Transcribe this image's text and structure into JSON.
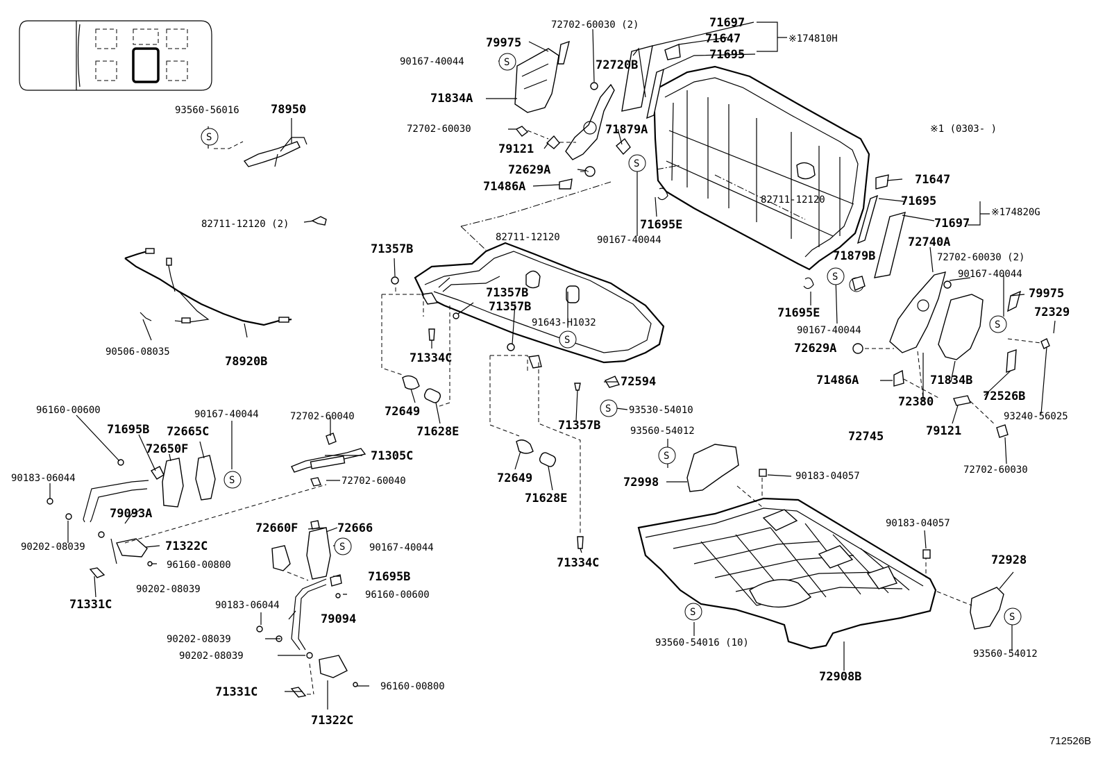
{
  "diagram_id": "712526B",
  "note_range": "※1 (0303-     )",
  "kit_left": "※174810H",
  "kit_right": "※174820G",
  "s_mark": "S",
  "labels": {
    "p79975_l": "79975",
    "p90167_tl": "90167-40044",
    "p71834A": "71834A",
    "p72702_60030_2_t": "72702-60030 (2)",
    "p72720B": "72720B",
    "p72702_60030_l": "72702-60030",
    "p79121_l": "79121",
    "p72629A_l": "72629A",
    "p71486A_l": "71486A",
    "p71879A": "71879A",
    "p71697_t": "71697",
    "p71647_t": "71647",
    "p71695_t": "71695",
    "p93560_56016": "93560-56016",
    "p78950": "78950",
    "p82711_2": "82711-12120 (2)",
    "p90506": "90506-08035",
    "p78920B": "78920B",
    "p82711_c": "82711-12120",
    "p71357B_1": "71357B",
    "p71357B_2": "71357B",
    "p71357B_3": "71357B",
    "p91643": "91643-H1032",
    "p71334C_1": "71334C",
    "p72649_1": "72649",
    "p71628E_1": "71628E",
    "p72594": "72594",
    "p93530": "93530-54010",
    "p71357B_4": "71357B",
    "p72649_2": "72649",
    "p71628E_2": "71628E",
    "p71334C_2": "71334C",
    "p71695E_l": "71695E",
    "p90167_cl": "90167-40044",
    "p82711_r": "82711-12120",
    "p71647_r": "71647",
    "p71695_r": "71695",
    "p71697_r": "71697",
    "p72740A": "72740A",
    "p72702_60030_2_r": "72702-60030 (2)",
    "p71879B": "71879B",
    "p90167_r": "90167-40044",
    "p79975_r": "79975",
    "p72329": "72329",
    "p71695E_r": "71695E",
    "p90167_cr": "90167-40044",
    "p72629A_r": "72629A",
    "p71834B": "71834B",
    "p71486A_r": "71486A",
    "p72380": "72380",
    "p72526B": "72526B",
    "p93240": "93240-56025",
    "p72745": "72745",
    "p79121_r": "79121",
    "p72702_60030_r": "72702-60030",
    "p93560_54012_t": "93560-54012",
    "p72998": "72998",
    "p90183_04057_a": "90183-04057",
    "p90183_04057_b": "90183-04057",
    "p72928": "72928",
    "p93560_54012_r": "93560-54012",
    "p93560_54016_10": "93560-54016 (10)",
    "p72908B": "72908B",
    "p96160_00600_t": "96160-00600",
    "p71695B_t": "71695B",
    "p72665C": "72665C",
    "p90167_ml": "90167-40044",
    "p72650F": "72650F",
    "p90183_06044_l": "90183-06044",
    "p79093A": "79093A",
    "p90202_a": "90202-08039",
    "p71322C_t": "71322C",
    "p96160_00800_t": "96160-00800",
    "p90202_b": "90202-08039",
    "p71331C_t": "71331C",
    "p72702_60040_t": "72702-60040",
    "p71305C": "71305C",
    "p72702_60040_b": "72702-60040",
    "p72660F": "72660F",
    "p72666": "72666",
    "p90167_bl": "90167-40044",
    "p71695B_b": "71695B",
    "p96160_00600_b": "96160-00600",
    "p90183_06044_b": "90183-06044",
    "p79094": "79094",
    "p90202_c": "90202-08039",
    "p90202_d": "90202-08039",
    "p96160_00800_b": "96160-00800",
    "p71331C_b": "71331C",
    "p71322C_b": "71322C"
  }
}
